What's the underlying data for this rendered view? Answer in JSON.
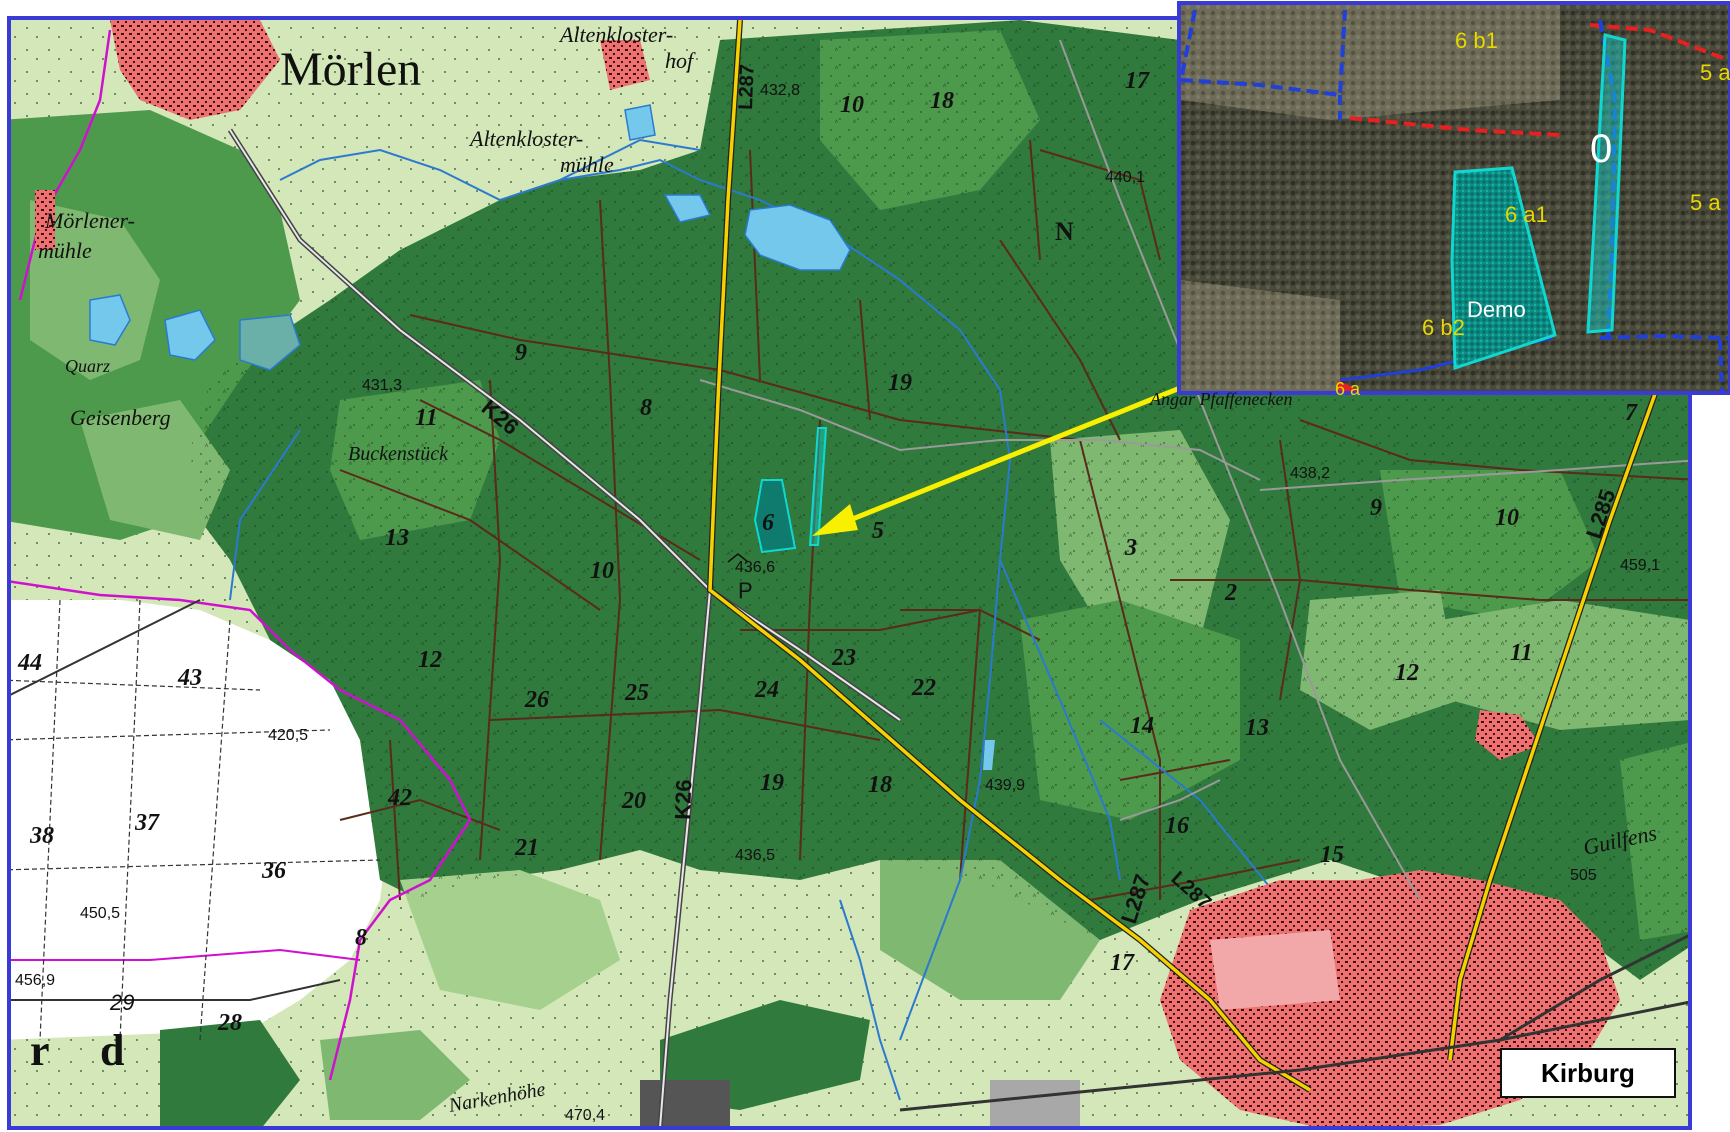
{
  "main_map": {
    "town_name": "Mörlen",
    "place_labels": [
      "Altenkloster-",
      "hof",
      "Altenkloster-",
      "mühle",
      "Mörlener-",
      "mühle",
      "Quarz",
      "Geisenberg",
      "Buckenstück",
      "Narkenhöhe",
      "Guilfens",
      "Angar Pfaffenecken"
    ],
    "road_labels": [
      "K26",
      "K26",
      "L287",
      "L287",
      "L287",
      "L285"
    ],
    "marker_label": "P",
    "large_letters": [
      "N",
      "r",
      "d"
    ],
    "stand_numbers": [
      "18",
      "10",
      "17",
      "9",
      "8",
      "19",
      "11",
      "13",
      "10",
      "12",
      "26",
      "25",
      "24",
      "23",
      "22",
      "20",
      "19",
      "18",
      "6",
      "5",
      "3",
      "2",
      "9",
      "10",
      "12",
      "11",
      "14",
      "13",
      "16",
      "15",
      "17",
      "42",
      "44",
      "43",
      "37",
      "38",
      "36",
      "28",
      "7",
      "21",
      "8"
    ],
    "elevations": [
      "432,8",
      "431,3",
      "440,1",
      "438,2",
      "436,6",
      "459,1",
      "420,5",
      "439,9",
      "436,5",
      "450,5",
      "456,9",
      "505",
      "470,4",
      "29"
    ]
  },
  "inset": {
    "stand_labels": [
      "6 b1",
      "5 a",
      "6 a1",
      "6 b2",
      "5 a",
      "6 a"
    ],
    "large_label": "0",
    "demo_label": "Demo"
  },
  "kirburg_label": "Kirburg",
  "colors": {
    "forest_dark": "#2f7a3c",
    "forest_mid": "#4e9a4c",
    "forest_light": "#7fb870",
    "field": "#d4e7b8",
    "open_white": "#ffffff",
    "settlement": "#ef6c6c",
    "water": "#74c8ec",
    "road_yellow": "#f6d100",
    "frame_blue": "#3a3ad6",
    "arrow_yellow": "#f8f000",
    "stand_cyan": "#10d8d0",
    "boundary_red": "#e82020",
    "boundary_blue": "#2040d8"
  },
  "icons": [
    "parking-marker",
    "double-headed-arrow"
  ]
}
